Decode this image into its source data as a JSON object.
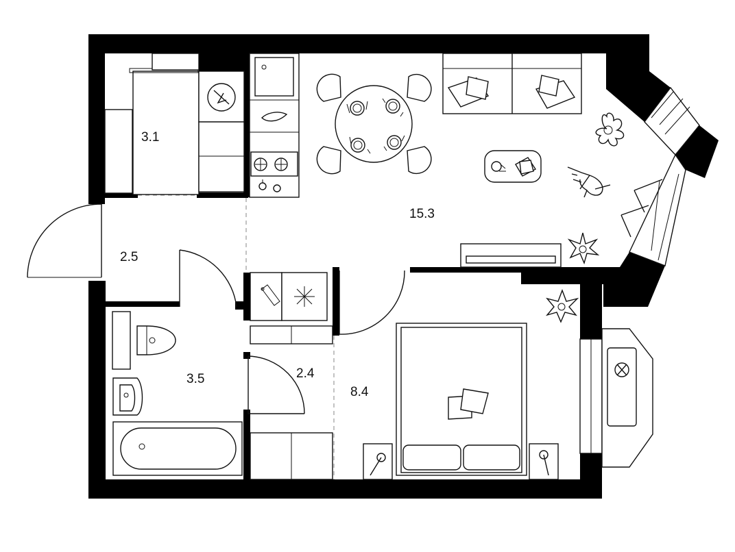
{
  "colors": {
    "wall": "#000000",
    "line": "#111111",
    "background": "#ffffff",
    "divider": "#9a9a9a"
  },
  "rooms": {
    "storage": {
      "area": "3.1"
    },
    "hall": {
      "area": "2.5"
    },
    "living_kitchen": {
      "area": "15.3"
    },
    "bathroom": {
      "area": "3.5"
    },
    "corridor": {
      "area": "2.4"
    },
    "bedroom": {
      "area": "8.4"
    }
  },
  "icons": [
    "washing-machine-icon",
    "sink-icon",
    "hob-icon",
    "oven-icon",
    "dining-table-icon",
    "sofa-icon",
    "plant-icon",
    "coffee-table-icon",
    "cat-icon",
    "wardrobe-icon",
    "freezer-icon",
    "toilet-icon",
    "washbasin-icon",
    "bathtub-icon",
    "bed-icon",
    "lamp-icon",
    "fan-icon"
  ]
}
